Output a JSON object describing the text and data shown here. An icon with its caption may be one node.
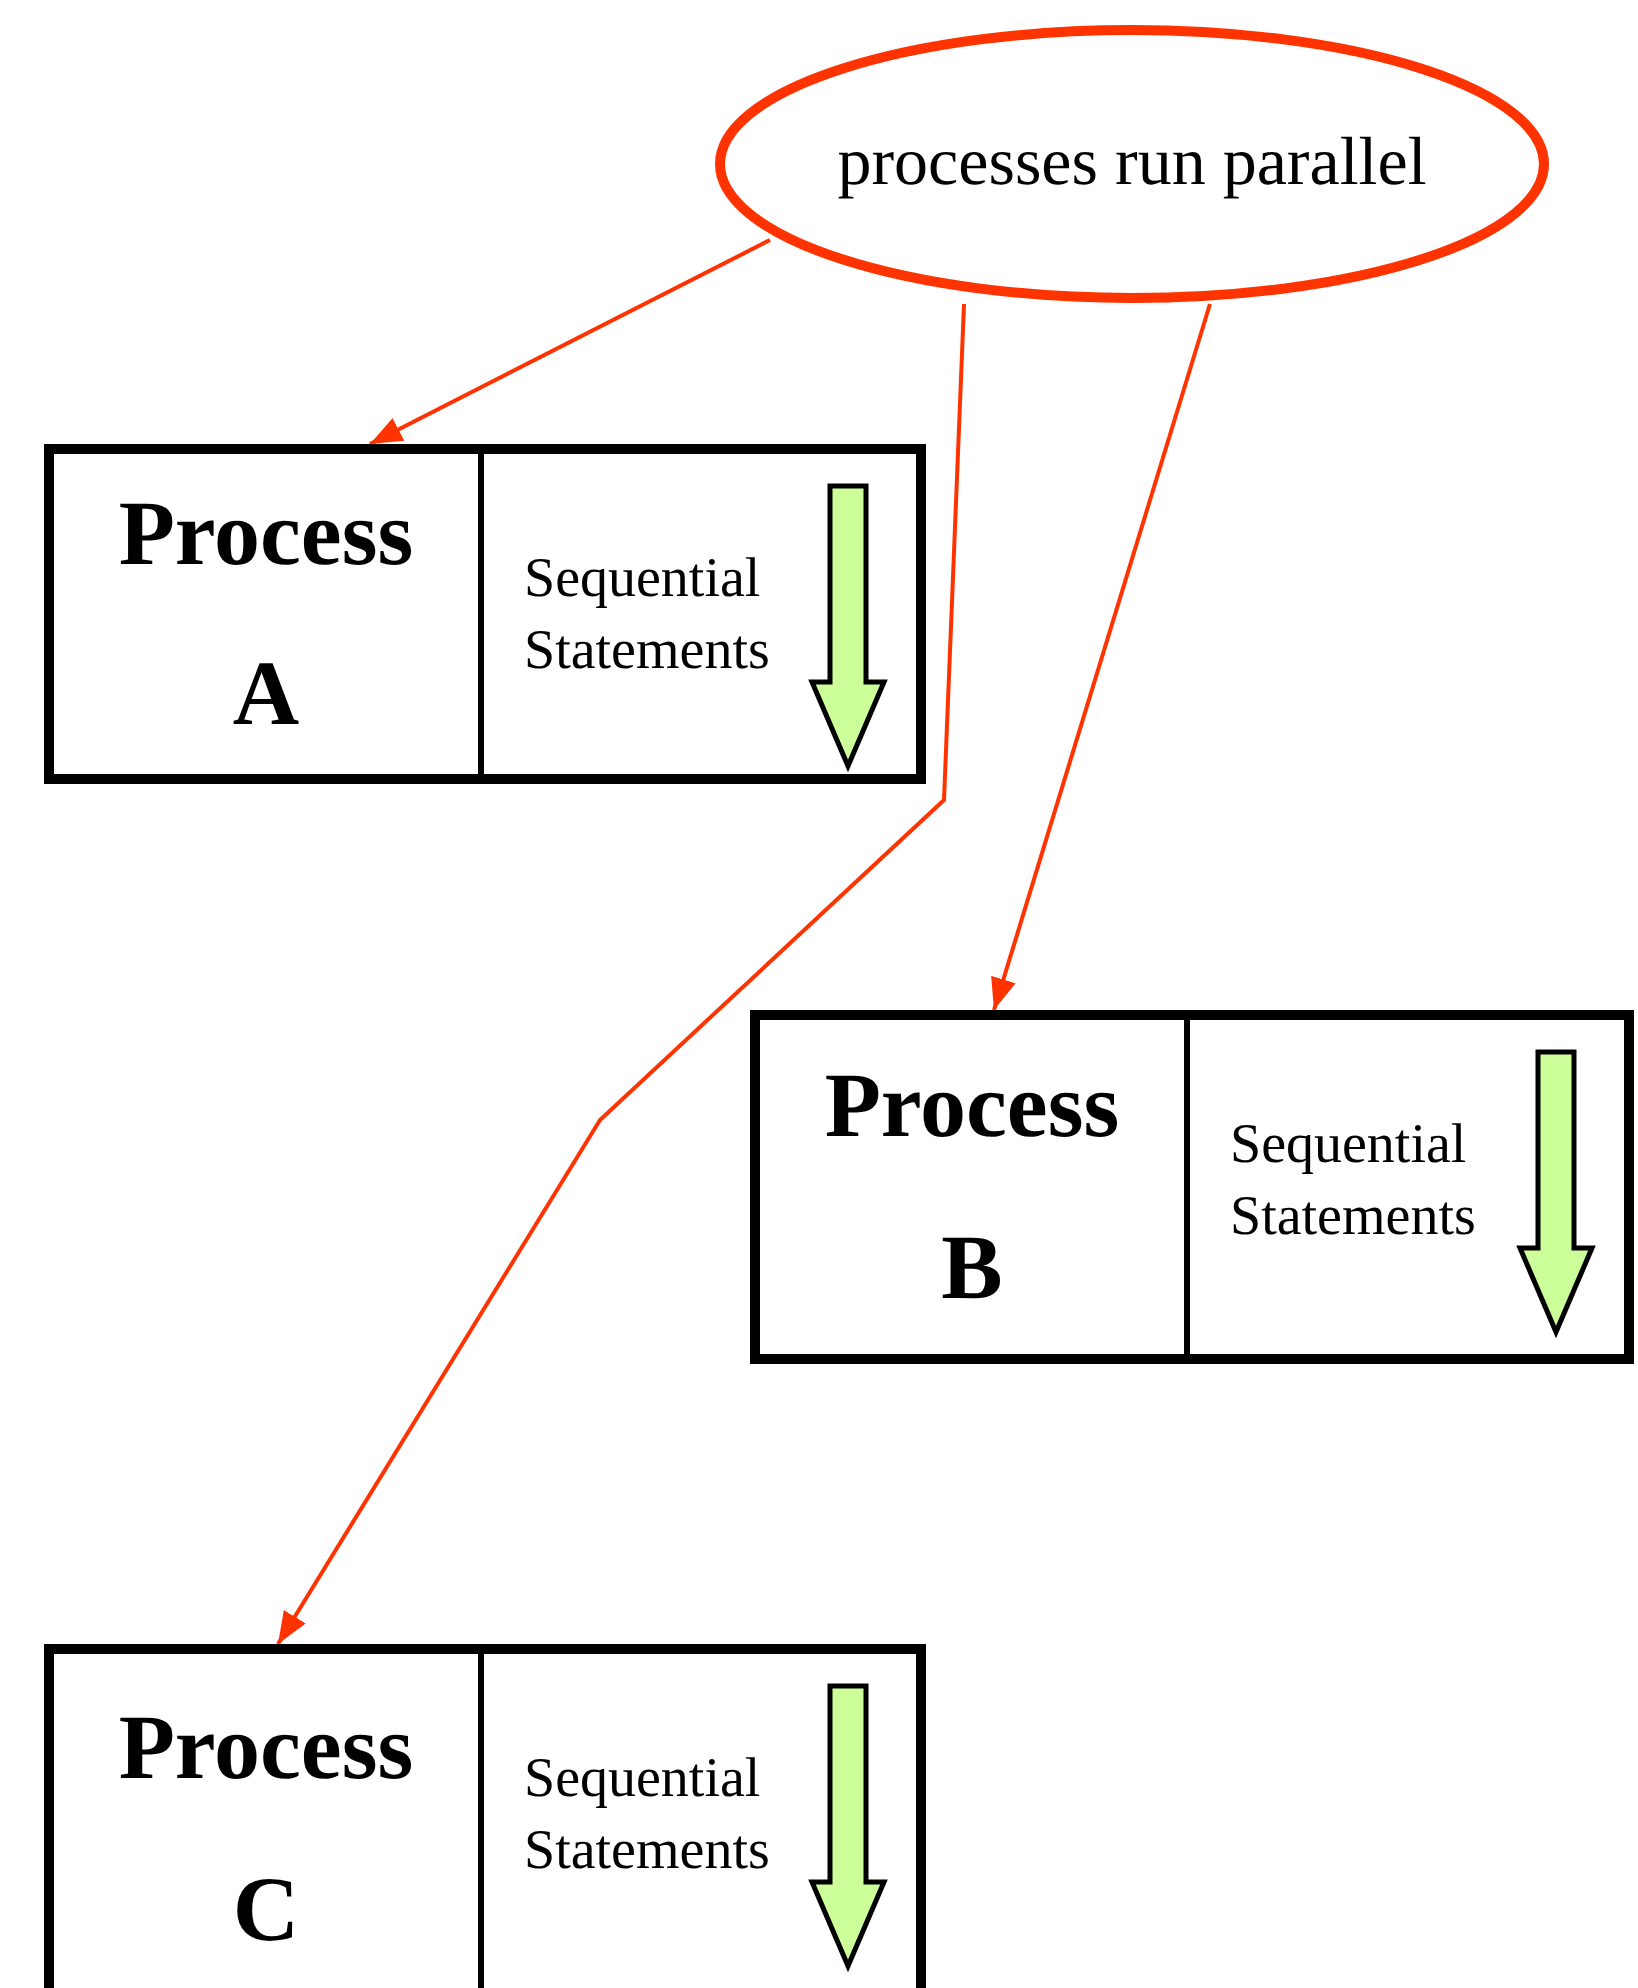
{
  "diagram": {
    "nodes": [
      {
        "text": [
          "processes run parallel"
        ]
      },
      {
        "text": [
          "Process A",
          "Sequential Statements"
        ]
      },
      {
        "text": [
          "Process B",
          "Sequential Statements"
        ]
      },
      {
        "text": [
          "Process C",
          "Sequential Statements"
        ]
      }
    ],
    "edges": [
      {
        "from": 0,
        "to": 1,
        "arrow": "to"
      },
      {
        "from": 0,
        "to": 3,
        "arrow": "to"
      },
      {
        "from": 0,
        "to": 2,
        "arrow": "to"
      }
    ]
  }
}
